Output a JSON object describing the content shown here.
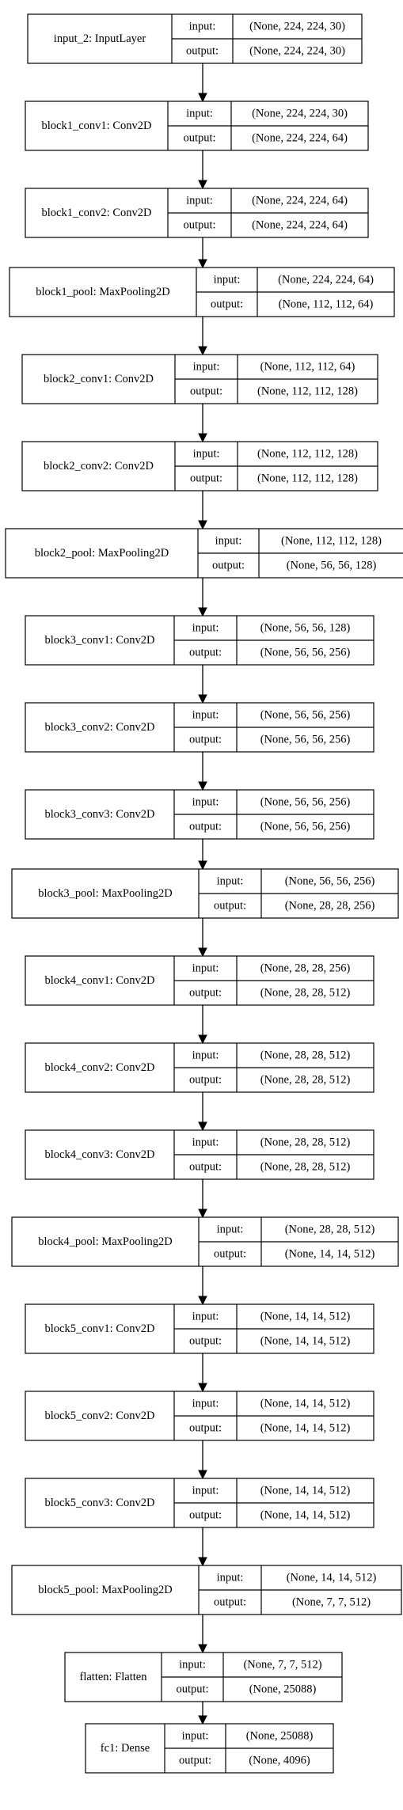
{
  "nodes": [
    {
      "name": "input_2: InputLayer",
      "input_label": "input:",
      "output_label": "output:",
      "input_shape": "(None, 224, 224, 30)",
      "output_shape": "(None, 224, 224, 30)"
    },
    {
      "name": "block1_conv1: Conv2D",
      "input_label": "input:",
      "output_label": "output:",
      "input_shape": "(None, 224, 224, 30)",
      "output_shape": "(None, 224, 224, 64)"
    },
    {
      "name": "block1_conv2: Conv2D",
      "input_label": "input:",
      "output_label": "output:",
      "input_shape": "(None, 224, 224, 64)",
      "output_shape": "(None, 224, 224, 64)"
    },
    {
      "name": "block1_pool: MaxPooling2D",
      "input_label": "input:",
      "output_label": "output:",
      "input_shape": "(None, 224, 224, 64)",
      "output_shape": "(None, 112, 112, 64)"
    },
    {
      "name": "block2_conv1: Conv2D",
      "input_label": "input:",
      "output_label": "output:",
      "input_shape": "(None, 112, 112, 64)",
      "output_shape": "(None, 112, 112, 128)"
    },
    {
      "name": "block2_conv2: Conv2D",
      "input_label": "input:",
      "output_label": "output:",
      "input_shape": "(None, 112, 112, 128)",
      "output_shape": "(None, 112, 112, 128)"
    },
    {
      "name": "block2_pool: MaxPooling2D",
      "input_label": "input:",
      "output_label": "output:",
      "input_shape": "(None, 112, 112, 128)",
      "output_shape": "(None, 56, 56, 128)"
    },
    {
      "name": "block3_conv1: Conv2D",
      "input_label": "input:",
      "output_label": "output:",
      "input_shape": "(None, 56, 56, 128)",
      "output_shape": "(None, 56, 56, 256)"
    },
    {
      "name": "block3_conv2: Conv2D",
      "input_label": "input:",
      "output_label": "output:",
      "input_shape": "(None, 56, 56, 256)",
      "output_shape": "(None, 56, 56, 256)"
    },
    {
      "name": "block3_conv3: Conv2D",
      "input_label": "input:",
      "output_label": "output:",
      "input_shape": "(None, 56, 56, 256)",
      "output_shape": "(None, 56, 56, 256)"
    },
    {
      "name": "block3_pool: MaxPooling2D",
      "input_label": "input:",
      "output_label": "output:",
      "input_shape": "(None, 56, 56, 256)",
      "output_shape": "(None, 28, 28, 256)"
    },
    {
      "name": "block4_conv1: Conv2D",
      "input_label": "input:",
      "output_label": "output:",
      "input_shape": "(None, 28, 28, 256)",
      "output_shape": "(None, 28, 28, 512)"
    },
    {
      "name": "block4_conv2: Conv2D",
      "input_label": "input:",
      "output_label": "output:",
      "input_shape": "(None, 28, 28, 512)",
      "output_shape": "(None, 28, 28, 512)"
    },
    {
      "name": "block4_conv3: Conv2D",
      "input_label": "input:",
      "output_label": "output:",
      "input_shape": "(None, 28, 28, 512)",
      "output_shape": "(None, 28, 28, 512)"
    },
    {
      "name": "block4_pool: MaxPooling2D",
      "input_label": "input:",
      "output_label": "output:",
      "input_shape": "(None, 28, 28, 512)",
      "output_shape": "(None, 14, 14, 512)"
    },
    {
      "name": "block5_conv1: Conv2D",
      "input_label": "input:",
      "output_label": "output:",
      "input_shape": "(None, 14, 14, 512)",
      "output_shape": "(None, 14, 14, 512)"
    },
    {
      "name": "block5_conv2: Conv2D",
      "input_label": "input:",
      "output_label": "output:",
      "input_shape": "(None, 14, 14, 512)",
      "output_shape": "(None, 14, 14, 512)"
    },
    {
      "name": "block5_conv3: Conv2D",
      "input_label": "input:",
      "output_label": "output:",
      "input_shape": "(None, 14, 14, 512)",
      "output_shape": "(None, 14, 14, 512)"
    },
    {
      "name": "block5_pool: MaxPooling2D",
      "input_label": "input:",
      "output_label": "output:",
      "input_shape": "(None, 14, 14, 512)",
      "output_shape": "(None, 7, 7, 512)"
    },
    {
      "name": "flatten: Flatten",
      "input_label": "input:",
      "output_label": "output:",
      "input_shape": "(None, 7, 7, 512)",
      "output_shape": "(None, 25088)"
    },
    {
      "name": "fc1: Dense",
      "input_label": "input:",
      "output_label": "output:",
      "input_shape": "(None, 25088)",
      "output_shape": "(None, 4096)"
    }
  ]
}
